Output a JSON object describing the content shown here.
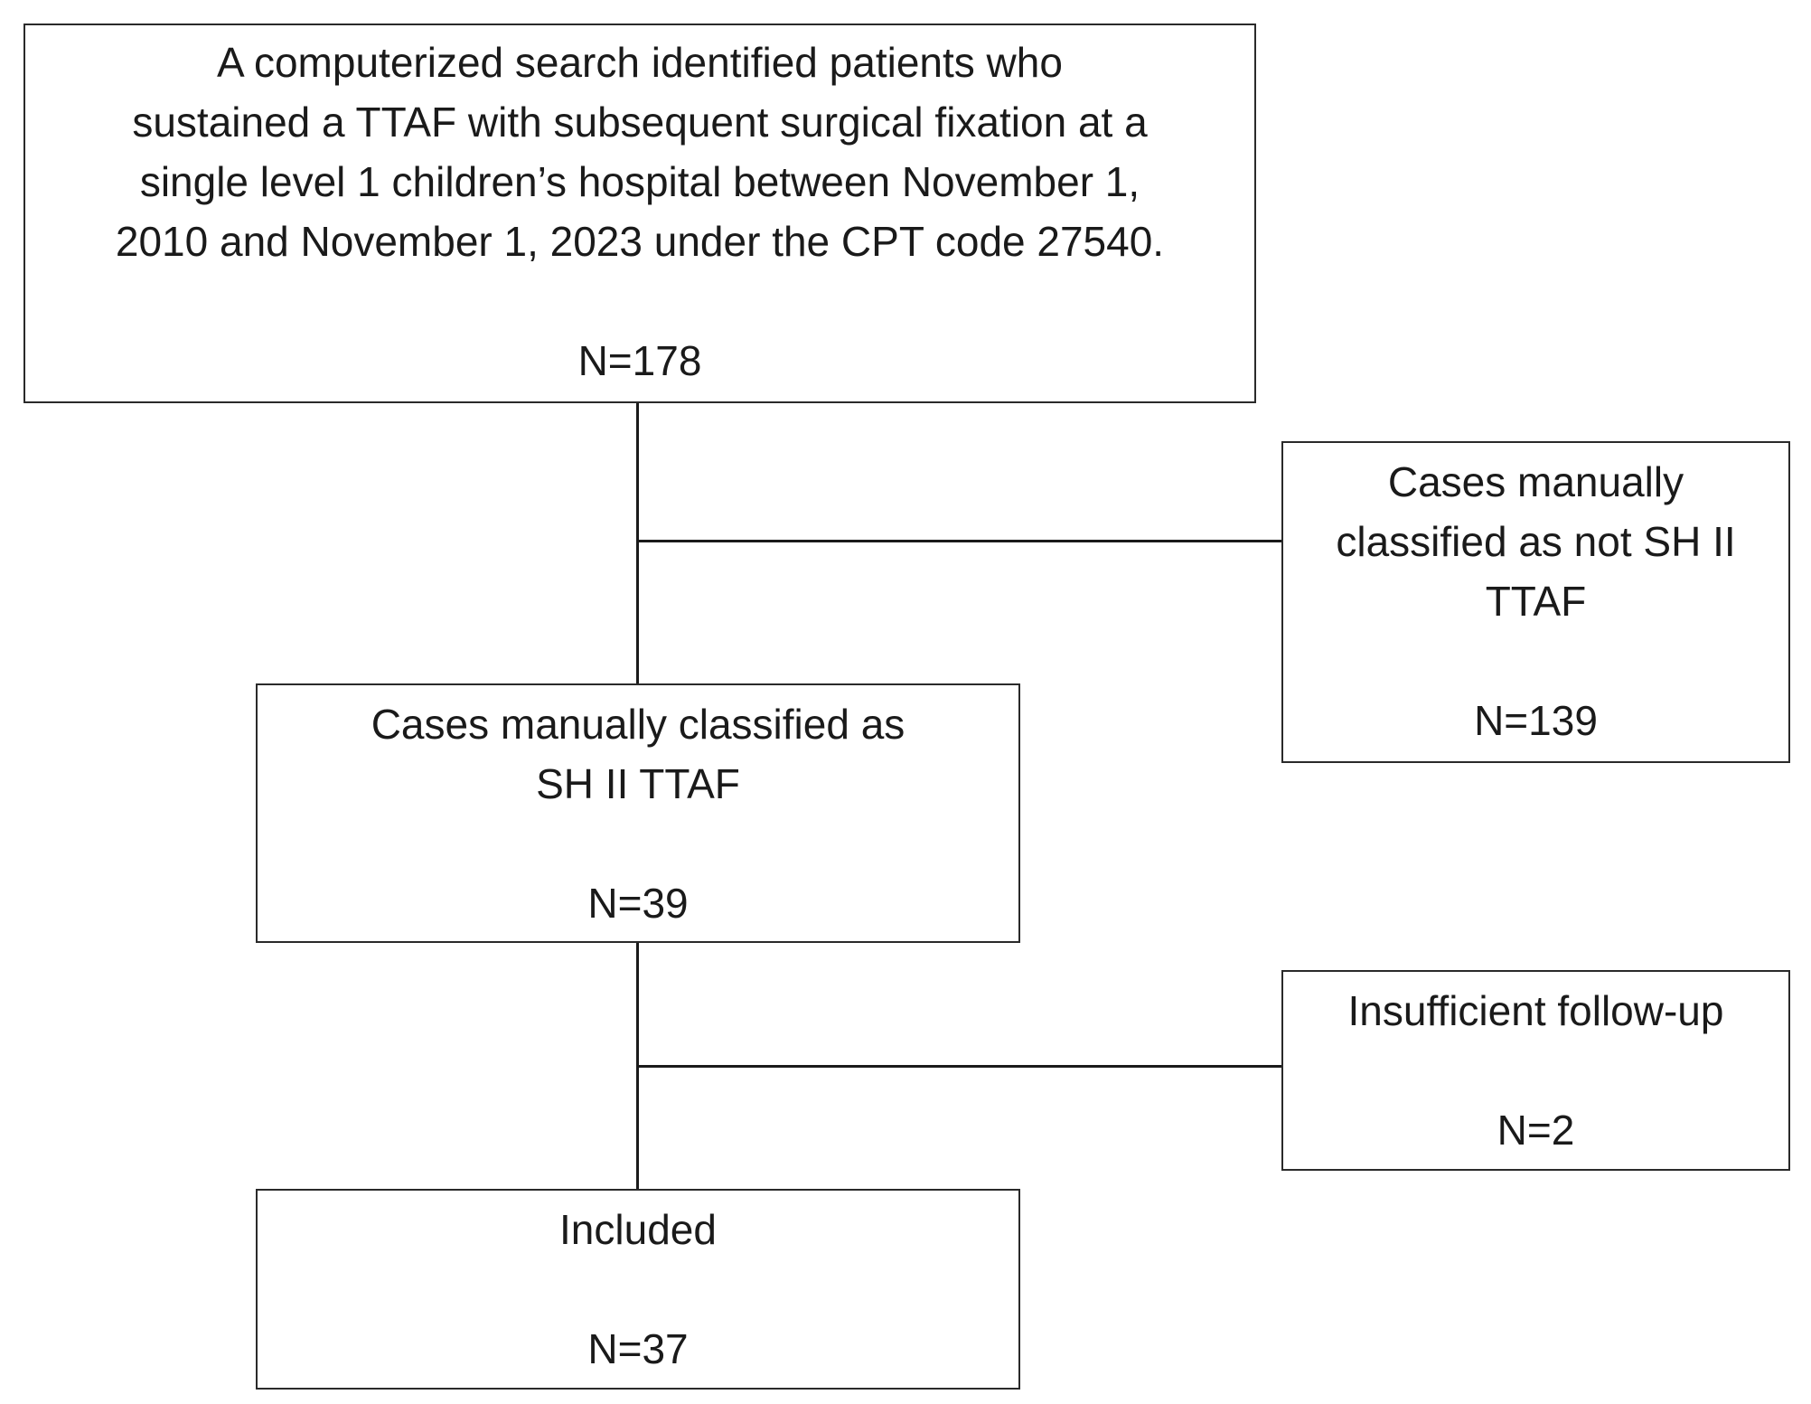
{
  "flowchart": {
    "search_box": {
      "lines": [
        "A computerized search identified patients who",
        "sustained a TTAF with subsequent surgical fixation at a",
        "single level 1 children’s hospital between November 1,",
        "2010 and November 1, 2023 under the CPT code 27540."
      ],
      "count": "N=178"
    },
    "exclusion_1": {
      "lines": [
        "Cases manually",
        "classified as not SH II",
        "TTAF"
      ],
      "count": "N=139"
    },
    "sh2_box": {
      "lines": [
        "Cases manually classified as",
        "SH II TTAF"
      ],
      "count": "N=39"
    },
    "exclusion_2": {
      "lines": [
        "Insufficient follow-up"
      ],
      "count": "N=2"
    },
    "included_box": {
      "lines": [
        "Included"
      ],
      "count": "N=37"
    }
  }
}
